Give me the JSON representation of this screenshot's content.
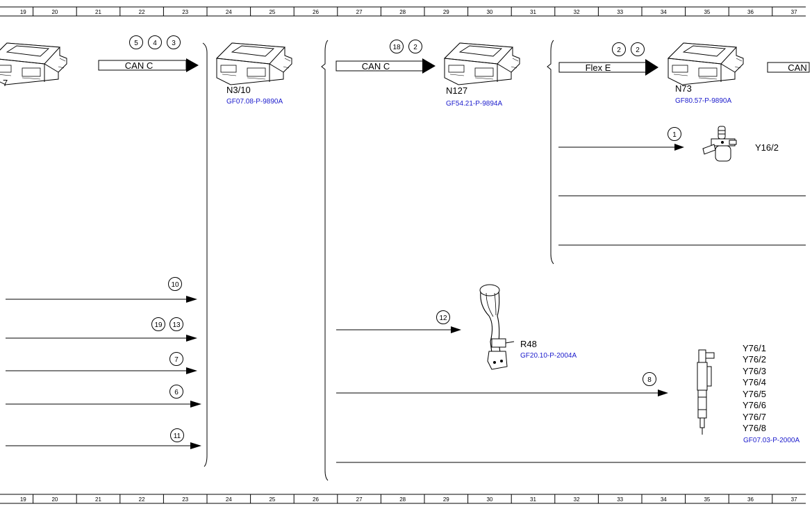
{
  "ruler_numbers": [
    "19",
    "20",
    "21",
    "22",
    "23",
    "24",
    "25",
    "26",
    "27",
    "28",
    "29",
    "30",
    "31",
    "32",
    "33",
    "34",
    "35",
    "36",
    "37"
  ],
  "components": {
    "n3_10": {
      "label": "N3/10",
      "ref": "GF07.08-P-9890A"
    },
    "n127": {
      "label": "N127",
      "ref": "GF54.21-P-9894A"
    },
    "n73": {
      "label": "N73",
      "ref": "GF80.57-P-9890A"
    },
    "y16_2": {
      "label": "Y16/2"
    },
    "r48": {
      "label": "R48",
      "ref": "GF20.10-P-2004A"
    },
    "y76": {
      "labels": [
        "Y76/1",
        "Y76/2",
        "Y76/3",
        "Y76/4",
        "Y76/5",
        "Y76/6",
        "Y76/7",
        "Y76/8"
      ],
      "ref": "GF07.03-P-2000A"
    },
    "left_partial": {
      "label": "7"
    }
  },
  "buses": {
    "can_c_1": {
      "label": "CAN C",
      "circles": [
        "5",
        "4",
        "3"
      ]
    },
    "can_c_2": {
      "label": "CAN C",
      "circles": [
        "18",
        "2"
      ]
    },
    "flex_e": {
      "label": "Flex E",
      "circles": [
        "2",
        "2"
      ]
    },
    "can_partial": {
      "label": "CAN"
    }
  },
  "signals": {
    "s1": "1",
    "s10": "10",
    "s19": "19",
    "s13": "13",
    "s7": "7",
    "s6": "6",
    "s11": "11",
    "s12": "12",
    "s8": "8"
  }
}
